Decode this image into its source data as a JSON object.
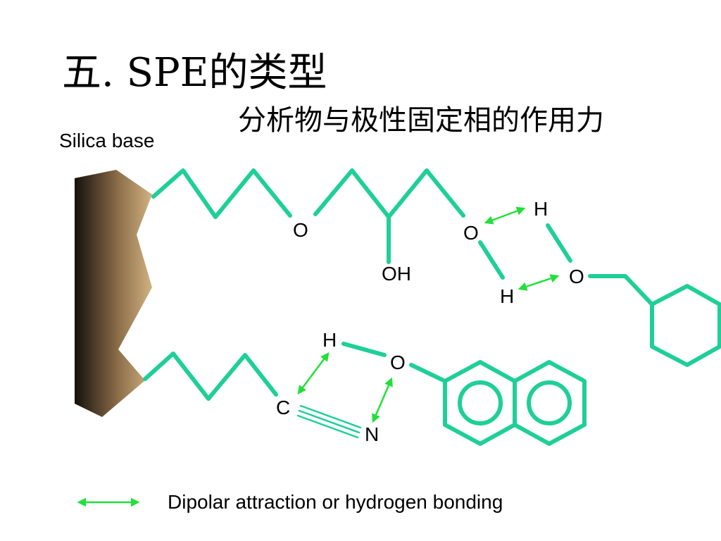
{
  "title": "五. SPE的类型",
  "subtitle": "分析物与极性固定相的作用力",
  "silica_label": "Silica base",
  "atoms": {
    "o1": "O",
    "oh": "OH",
    "o2": "O",
    "h_top": "H",
    "h_mid": "H",
    "o3": "O",
    "h_low": "H",
    "o4": "O",
    "c": "C",
    "n": "N"
  },
  "legend": {
    "label": "Dipolar attraction or hydrogen bonding"
  },
  "colors": {
    "bond": "#1fcf98",
    "arrow": "#22e03a",
    "silica_dark": "#1a1410",
    "silica_light": "#c8a87a"
  }
}
